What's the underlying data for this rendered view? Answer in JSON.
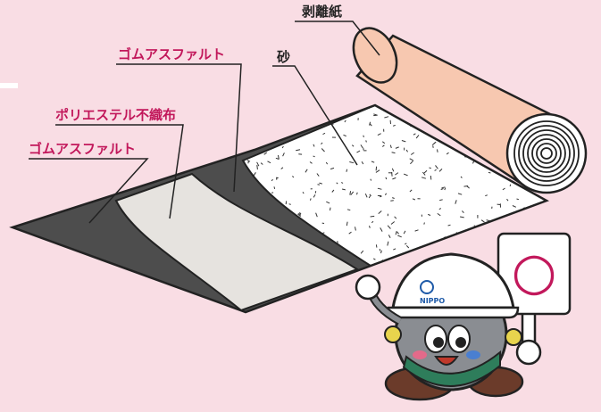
{
  "labels": {
    "release_paper": "剥離紙",
    "sand": "砂",
    "rubber_asphalt_top": "ゴムアスファルト",
    "polyester_nonwoven": "ポリエステル不織布",
    "rubber_asphalt_bottom": "ゴムアスファルト"
  },
  "mascot": {
    "helmet_text": "NIPPO",
    "sign_symbol": "○"
  },
  "colors": {
    "background": "#f9dde4",
    "rubber_asphalt": "#4d4d4d",
    "polyester": "#e6e3df",
    "sand": "#ffffff",
    "release_paper": "#f7c8b0",
    "label_accent": "#c2185b",
    "sign_symbol": "#c2185b"
  }
}
